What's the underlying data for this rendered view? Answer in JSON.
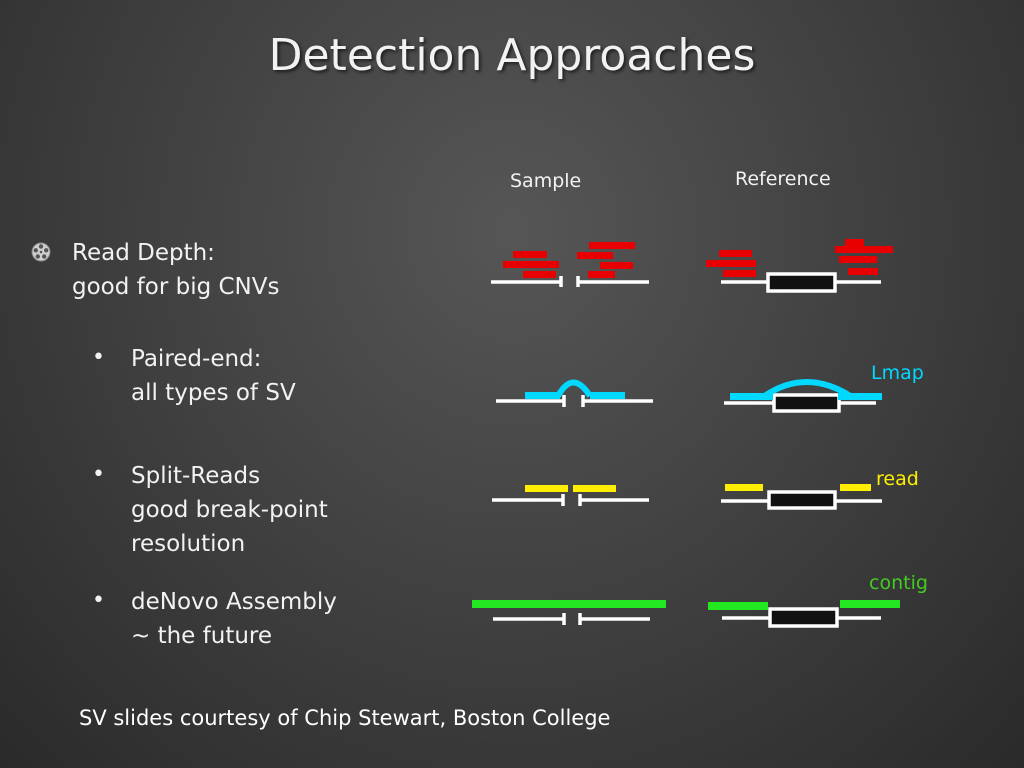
{
  "title": "Detection Approaches",
  "columns": {
    "sample": "Sample",
    "reference": "Reference"
  },
  "bullets": {
    "read_depth": {
      "line1": "Read Depth:",
      "line2": "good for big CNVs"
    },
    "paired_end": {
      "line1": "Paired-end:",
      "line2": "all types of SV"
    },
    "split_reads": {
      "line1": "Split-Reads",
      "line2": "good break-point",
      "line3": "resolution"
    },
    "denovo": {
      "line1": "deNovo Assembly",
      "line2": "~ the future"
    }
  },
  "bullet_glyph": "•",
  "annotations": {
    "lmap": "Lmap",
    "read": "read",
    "contig": "contig"
  },
  "footer": "SV slides courtesy of Chip Stewart, Boston College",
  "colors": {
    "read_depth": "#e80000",
    "paired_end": "#00d8ff",
    "split_reads": "#ffee00",
    "contig": "#22e822",
    "contig_label": "#44cc22",
    "genome_line": "#ffffff",
    "insert_box": "#111111"
  },
  "icons": {
    "main_bullet": "film-reel-icon"
  }
}
